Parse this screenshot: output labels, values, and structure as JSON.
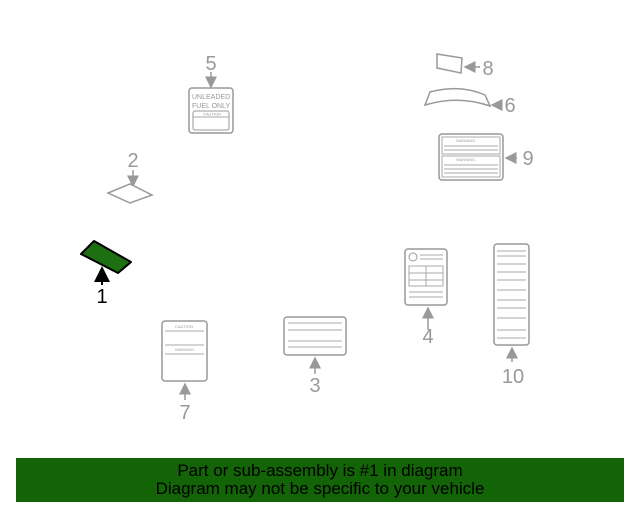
{
  "diagram": {
    "selected_part": "1",
    "highlight_color": "#1e6e12",
    "callouts": [
      "1",
      "2",
      "3",
      "4",
      "5",
      "6",
      "7",
      "8",
      "9",
      "10"
    ],
    "label_5": {
      "line1": "UNLEADED",
      "line2": "FUEL ONLY",
      "caution": "CAUTION"
    },
    "warning_text": "WARNING",
    "caution_text": "CAUTION"
  },
  "banner": {
    "line1": "Part or sub-assembly is #1 in diagram",
    "line2": "Diagram may not be specific to your vehicle",
    "color": "#136307"
  }
}
